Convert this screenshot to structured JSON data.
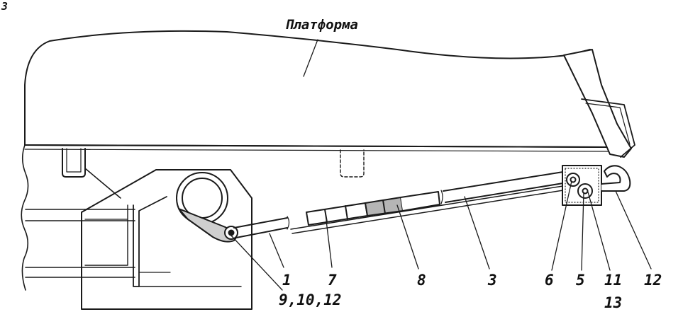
{
  "diagram": {
    "title": "Платформа",
    "callouts": [
      {
        "id": "c1",
        "text": "1"
      },
      {
        "id": "c7",
        "text": "7"
      },
      {
        "id": "c8",
        "text": "8"
      },
      {
        "id": "c3",
        "text": "3"
      },
      {
        "id": "c6",
        "text": "6"
      },
      {
        "id": "c5",
        "text": "5"
      },
      {
        "id": "c11",
        "text": "11"
      },
      {
        "id": "c12",
        "text": "12"
      },
      {
        "id": "c9",
        "text": "9,10,12"
      },
      {
        "id": "c13",
        "text": "13"
      }
    ],
    "corner_mark": "3"
  }
}
